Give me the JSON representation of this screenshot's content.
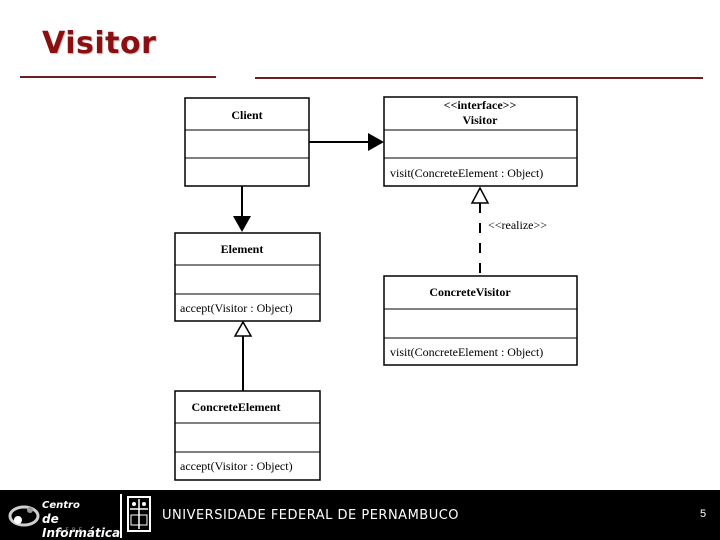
{
  "slide": {
    "title": "Visitor",
    "page_number": "5"
  },
  "diagram": {
    "client": {
      "name": "Client"
    },
    "visitor": {
      "stereotype": "<<interface>>",
      "name": "Visitor",
      "operation": "visit(ConcreteElement : Object)"
    },
    "element": {
      "name": "Element",
      "operation": "accept(Visitor : Object)"
    },
    "concrete_visitor": {
      "name": "ConcreteVisitor",
      "operation": "visit(ConcreteElement : Object)"
    },
    "concrete_element": {
      "name": "ConcreteElement",
      "operation": "accept(Visitor : Object)"
    },
    "realize_label": "<<realize>>"
  },
  "footer": {
    "cin_line1": "Centro",
    "cin_line2": "de Informática",
    "cin_tag": "UFPE",
    "university": "UNIVERSIDADE FEDERAL DE PERNAMBUCO"
  },
  "colors": {
    "title": "#8b0f10",
    "rule": "#6b1f1f",
    "footer_bg": "#000000"
  }
}
